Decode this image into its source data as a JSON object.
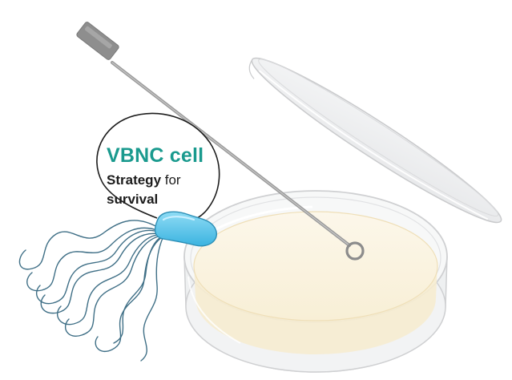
{
  "bubble": {
    "title": "VBNC cell",
    "line1_bold": "Strategy",
    "line1_rest": " for",
    "line2_bold": "survival"
  },
  "colors": {
    "title": "#1a9a8e",
    "cell_fill": "#58c6ea",
    "flagella": "#3f6f86",
    "agar": "#fbf4e2",
    "dish_edge": "#d8d9db",
    "loop_rod": "#8c8c8c"
  },
  "icons": [
    "inoculation-loop-icon",
    "petri-dish-icon",
    "petri-dish-lid-icon",
    "bacterium-icon",
    "flagella-icon",
    "speech-bubble-icon"
  ]
}
